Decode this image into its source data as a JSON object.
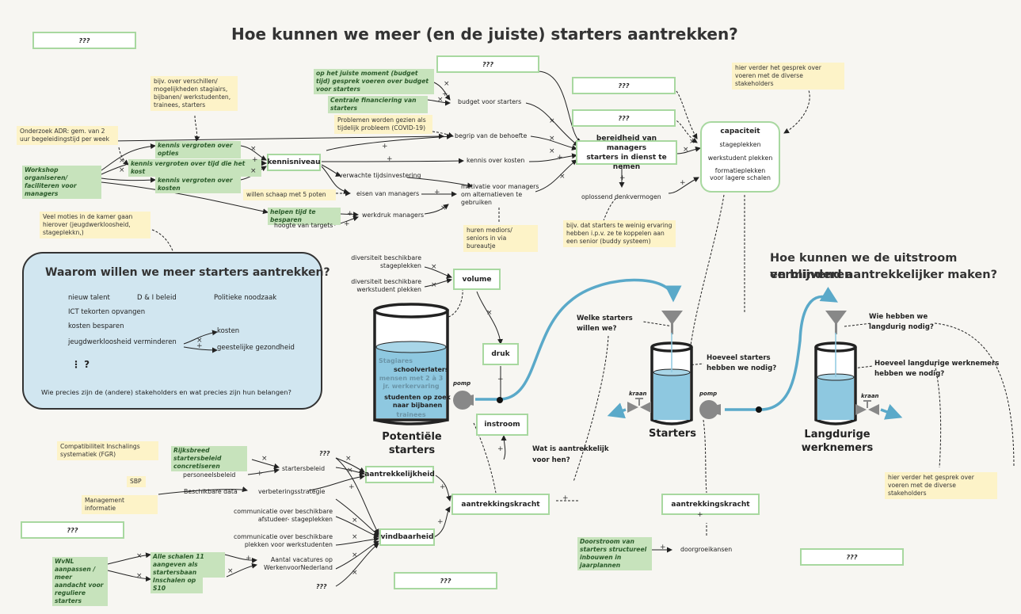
{
  "title": "Hoe kunnen we meer (en de juiste) starters aantrekken?",
  "title2": "Hoe kunnen we de uitstroom verminderen en blijvend aantrekkelijker maken?",
  "title2_l1": "Hoe kunnen we de uitstroom verminderen",
  "title2_l2": "en blijvend aantrekkelijker maken?",
  "qmark": "???",
  "boxes": {
    "kennisniveau": "kennisniveau",
    "bereidheid_l1": "bereidheid van managers",
    "bereidheid_l2": "starters in dienst te nemen",
    "capaciteit": "capaciteit",
    "stageplekken": "stageplekken",
    "werkstudent": "werkstudent plekken",
    "formatie_l1": "formatieplekken",
    "formatie_l2": "voor lagere schalen",
    "volume": "volume",
    "druk": "druk",
    "instroom": "instroom",
    "aantrekkelijkheid": "aantrekkelijkheid",
    "vindbaarheid": "vindbaarheid",
    "aantrekkingskracht": "aantrekkingskracht",
    "aantrekkingskracht2": "aantrekkingskracht"
  },
  "yellow": {
    "onderzoek": "Onderzoek ADR: gem. van 2 uur begeleidingstijd per week",
    "bijv_verschillen": "bijv. over verschillen/ mogelijkheden stagiairs, bijbanen/ werkstudenten, trainees, starters",
    "problemen": "Problemen worden gezien als tijdelijk probleem (COVID-19)",
    "schaap": "willen schaap met 5 poten",
    "huren": "huren mediors/ seniors in via bureautje",
    "bijv_buddy": "bijv. dat starters te weinig ervaring hebben i.p.v. ze te koppelen aan een senior (buddy systeem)",
    "verder1": "hier verder het gesprek over voeren met de diverse stakeholders",
    "verder2": "hier verder het gesprek over voeren met de diverse stakeholders",
    "moties": "Veel moties in de kamer gaan hierover (jeugdwerkloosheid, stageplekkn,)",
    "compat": "Compatibiliteit Inschalings systematiek (FGR)",
    "sbp": "SBP",
    "mgmt": "Management informatie"
  },
  "green": {
    "workshop": "Workshop organiseren/ faciliteren voor managers",
    "kv_opties": "kennis vergroten over opties",
    "kv_tijd": "kennis vergroten over tijd die het kost",
    "kv_kosten": "kennis vergroten over kosten",
    "juiste_moment": "op het juiste moment (budget tijd) gesprek voeren over budget voor starters",
    "centrale": "Centrale financiering van starters",
    "helpen": "helpen tijd te besparen",
    "rijksbreed": "Rijksbreed startersbeleid concretiseren",
    "wvnl": "WvNL aanpassen / meer aandacht voor reguliere starters",
    "schalen": "Alle schalen 11 aangeven als startersbaan",
    "inschalen": "Inschalen op S10",
    "doorstroom": "Doorstroom van starters structureel inbouwen in jaarplannen"
  },
  "labels": {
    "budget": "budget voor starters",
    "begrip": "begrip van de behoefte",
    "kennis_kosten": "kennis over kosten",
    "verwachte": "verwachte tijdsinvestering",
    "eisen": "eisen van managers",
    "motivatie": "motivatie voor managers om alternatieven te gebruiken",
    "werkdruk": "werkdruk managers",
    "hoogte": "hoogte van targets",
    "oplossend": "oplossend denkvermogen",
    "div_stage": "diversiteit beschikbare stageplekken",
    "div_werk": "diversiteit beschikbare werkstudent plekken",
    "welke": "Welke starters willen we?",
    "hoeveel": "Hoeveel starters hebben we nodig?",
    "wie": "Wie hebben we langdurig nodig?",
    "hoeveel_lang": "Hoeveel langdurige werknemers hebben we nodig?",
    "wat_aantrek": "Wat is aantrekkelijk voor hen?",
    "personeel": "personeelsbeleid",
    "startersbeleid": "startersbeleid",
    "beschikbare_data": "Beschikbare data",
    "verbeter": "verbeteringsstrategie",
    "comm_afstudeer": "communicatie over beschikbare afstudeer-  stageplekken",
    "comm_werk": "communicatie over beschikbare plekken voor werkstudenten",
    "vacatures": "Aantal vacatures op WerkenvoorNederland",
    "doorgroei": "doorgroeikansen",
    "pot_l1": "Potentiële",
    "pot_l2": "starters",
    "starters": "Starters",
    "lang_l1": "Langdurige",
    "lang_l2": "werknemers",
    "pomp": "pomp",
    "kraan": "kraan"
  },
  "tank": {
    "stagiares": "Stagiares",
    "schoolverlaters": "schoolverlaters",
    "mensen_l1": "mensen met 2 à 3",
    "mensen_l2": "jr. werkervaring",
    "studenten_l1": "studenten op zoek",
    "studenten_l2": "naar bijbanen",
    "trainees": "trainees"
  },
  "panel": {
    "title": "Waarom willen we meer starters aantrekken?",
    "nieuw": "nieuw talent",
    "di": "D & I beleid",
    "ict": "ICT tekorten opvangen",
    "politiek": "Politieke noodzaak",
    "kosten_besparen": "kosten besparen",
    "jeugd": "jeugdwerkloosheid verminderen",
    "kosten": "kosten",
    "geestelijke": "geestelijke gezondheid",
    "ellipsis": "⋮ ?",
    "question": "Wie precies zijn de (andere) stakeholders en wat precies zijn hun belangen?"
  },
  "colors": {
    "box_border": "#a8d8a0",
    "water": "#8ec8e0",
    "pipe": "#5aa9c9",
    "yellow": "#fdf3c8",
    "green": "#c7e3bc",
    "panel": "#d1e6f0"
  }
}
